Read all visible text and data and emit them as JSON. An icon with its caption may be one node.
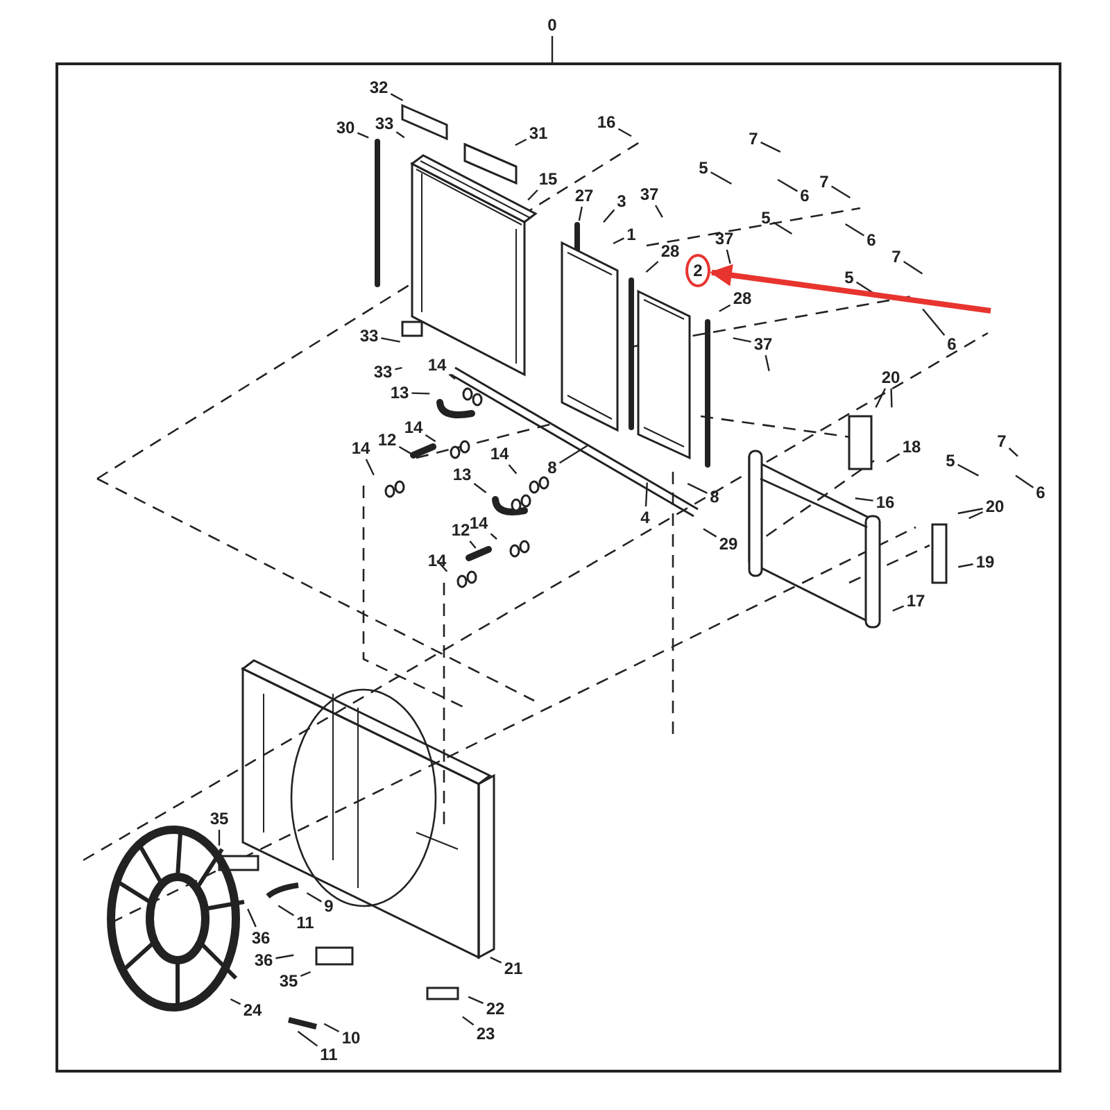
{
  "diagram": {
    "nodes": [
      {
        "text": [
          "0"
        ]
      },
      {
        "text": [],
        "shape": "box"
      },
      {
        "text": [
          "32"
        ],
        "in": 1
      },
      {
        "text": [
          "30"
        ],
        "in": 1
      },
      {
        "text": [
          "33"
        ],
        "in": 1
      },
      {
        "text": [
          "31"
        ],
        "in": 1
      },
      {
        "text": [
          "16"
        ],
        "in": 1
      },
      {
        "text": [
          "7"
        ],
        "in": 1
      },
      {
        "text": [
          "5"
        ],
        "in": 1
      },
      {
        "text": [
          "6"
        ],
        "in": 1
      },
      {
        "text": [
          "7"
        ],
        "in": 1
      },
      {
        "text": [
          "15"
        ],
        "in": 1
      },
      {
        "text": [
          "37"
        ],
        "in": 1
      },
      {
        "text": [
          "27"
        ],
        "in": 1
      },
      {
        "text": [
          "3"
        ],
        "in": 1
      },
      {
        "text": [
          "5"
        ],
        "in": 1
      },
      {
        "text": [
          "1"
        ],
        "in": 1
      },
      {
        "text": [
          "37"
        ],
        "in": 1
      },
      {
        "text": [
          "6"
        ],
        "in": 1
      },
      {
        "text": [
          "28"
        ],
        "in": 1
      },
      {
        "text": [
          "7"
        ],
        "in": 1
      },
      {
        "text": [
          "2"
        ],
        "in": 1
      },
      {
        "text": [
          "5"
        ],
        "in": 1
      },
      {
        "text": [
          "28"
        ],
        "in": 1
      },
      {
        "text": [
          "6"
        ],
        "in": 1
      },
      {
        "text": [
          "33"
        ],
        "in": 1
      },
      {
        "text": [
          "37"
        ],
        "in": 1
      },
      {
        "text": [
          "33"
        ],
        "in": 1
      },
      {
        "text": [
          "14"
        ],
        "in": 1
      },
      {
        "text": [
          "20"
        ],
        "in": 1
      },
      {
        "text": [
          "13"
        ],
        "in": 1
      },
      {
        "text": [
          "14"
        ],
        "in": 1
      },
      {
        "text": [
          "12"
        ],
        "in": 1
      },
      {
        "text": [
          "7"
        ],
        "in": 1
      },
      {
        "text": [
          "18"
        ],
        "in": 1
      },
      {
        "text": [
          "14"
        ],
        "in": 1
      },
      {
        "text": [
          "14"
        ],
        "in": 1
      },
      {
        "text": [
          "5"
        ],
        "in": 1
      },
      {
        "text": [
          "8"
        ],
        "in": 1
      },
      {
        "text": [
          "13"
        ],
        "in": 1
      },
      {
        "text": [
          "6"
        ],
        "in": 1
      },
      {
        "text": [
          "8"
        ],
        "in": 1
      },
      {
        "text": [
          "16"
        ],
        "in": 1
      },
      {
        "text": [
          "20"
        ],
        "in": 1
      },
      {
        "text": [
          "4"
        ],
        "in": 1
      },
      {
        "text": [
          "14"
        ],
        "in": 1
      },
      {
        "text": [
          "12"
        ],
        "in": 1
      },
      {
        "text": [
          "29"
        ],
        "in": 1
      },
      {
        "text": [
          "19"
        ],
        "in": 1
      },
      {
        "text": [
          "14"
        ],
        "in": 1
      },
      {
        "text": [
          "17"
        ],
        "in": 1
      },
      {
        "text": [
          "35"
        ],
        "in": 1
      },
      {
        "text": [
          "9"
        ],
        "in": 1
      },
      {
        "text": [
          "11"
        ],
        "in": 1
      },
      {
        "text": [
          "36"
        ],
        "in": 1
      },
      {
        "text": [
          "21"
        ],
        "in": 1
      },
      {
        "text": [
          "36"
        ],
        "in": 1
      },
      {
        "text": [
          "35"
        ],
        "in": 1
      },
      {
        "text": [
          "22"
        ],
        "in": 1
      },
      {
        "text": [
          "24"
        ],
        "in": 1
      },
      {
        "text": [
          "23"
        ],
        "in": 1
      },
      {
        "text": [
          "10"
        ],
        "in": 1
      },
      {
        "text": [
          "11"
        ],
        "in": 1
      }
    ],
    "edges": [
      {
        "from": 0,
        "to": 1,
        "arrow": "none"
      },
      {
        "from": 2,
        "to": null,
        "arrow": "none"
      },
      {
        "from": 3,
        "to": null,
        "arrow": "none"
      },
      {
        "from": 4,
        "to": null,
        "arrow": "none"
      },
      {
        "from": 5,
        "to": null,
        "arrow": "none"
      },
      {
        "from": 6,
        "to": null,
        "arrow": "none"
      },
      {
        "from": 7,
        "to": null,
        "arrow": "none"
      },
      {
        "from": 8,
        "to": null,
        "arrow": "none"
      },
      {
        "from": 9,
        "to": null,
        "arrow": "none"
      },
      {
        "from": 10,
        "to": null,
        "arrow": "none"
      },
      {
        "from": 11,
        "to": null,
        "arrow": "none"
      },
      {
        "from": 12,
        "to": null,
        "arrow": "none"
      },
      {
        "from": 13,
        "to": null,
        "arrow": "none"
      },
      {
        "from": 14,
        "to": null,
        "arrow": "none"
      },
      {
        "from": 15,
        "to": null,
        "arrow": "none"
      },
      {
        "from": 16,
        "to": null,
        "arrow": "none"
      },
      {
        "from": 17,
        "to": null,
        "arrow": "none"
      },
      {
        "from": 18,
        "to": null,
        "arrow": "none"
      },
      {
        "from": 19,
        "to": null,
        "arrow": "none"
      },
      {
        "from": 20,
        "to": null,
        "arrow": "none"
      },
      {
        "from": 22,
        "to": null,
        "arrow": "none"
      },
      {
        "from": 23,
        "to": null,
        "arrow": "none"
      },
      {
        "from": 24,
        "to": null,
        "arrow": "none"
      },
      {
        "from": 25,
        "to": null,
        "arrow": "none"
      },
      {
        "from": 26,
        "to": null,
        "arrow": "none"
      },
      {
        "from": 26,
        "to": null,
        "arrow": "none"
      },
      {
        "from": 27,
        "to": null,
        "arrow": "none"
      },
      {
        "from": 28,
        "to": null,
        "arrow": "none"
      },
      {
        "from": 29,
        "to": null,
        "arrow": "none"
      },
      {
        "from": 29,
        "to": null,
        "arrow": "none"
      },
      {
        "from": 30,
        "to": null,
        "arrow": "none"
      },
      {
        "from": 31,
        "to": null,
        "arrow": "none"
      },
      {
        "from": 32,
        "to": null,
        "arrow": "none"
      },
      {
        "from": 33,
        "to": null,
        "arrow": "none"
      },
      {
        "from": 34,
        "to": null,
        "arrow": "none"
      },
      {
        "from": 35,
        "to": null,
        "arrow": "none"
      },
      {
        "from": 36,
        "to": null,
        "arrow": "none"
      },
      {
        "from": 37,
        "to": null,
        "arrow": "none"
      },
      {
        "from": 38,
        "to": null,
        "arrow": "none"
      },
      {
        "from": 39,
        "to": null,
        "arrow": "none"
      },
      {
        "from": 40,
        "to": null,
        "arrow": "none"
      },
      {
        "from": 41,
        "to": null,
        "arrow": "none"
      },
      {
        "from": 42,
        "to": null,
        "arrow": "none"
      },
      {
        "from": 43,
        "to": null,
        "arrow": "none"
      },
      {
        "from": 43,
        "to": null,
        "arrow": "none"
      },
      {
        "from": 44,
        "to": null,
        "arrow": "none"
      },
      {
        "from": 45,
        "to": null,
        "arrow": "none"
      },
      {
        "from": 46,
        "to": null,
        "arrow": "none"
      },
      {
        "from": 47,
        "to": null,
        "arrow": "none"
      },
      {
        "from": 48,
        "to": null,
        "arrow": "none"
      },
      {
        "from": 49,
        "to": null,
        "arrow": "none"
      },
      {
        "from": 50,
        "to": null,
        "arrow": "none"
      },
      {
        "from": 51,
        "to": null,
        "arrow": "none"
      },
      {
        "from": 52,
        "to": null,
        "arrow": "none"
      },
      {
        "from": 53,
        "to": null,
        "arrow": "none"
      },
      {
        "from": 54,
        "to": null,
        "arrow": "none"
      },
      {
        "from": 55,
        "to": null,
        "arrow": "none"
      },
      {
        "from": 56,
        "to": null,
        "arrow": "none"
      },
      {
        "from": 57,
        "to": null,
        "arrow": "none"
      },
      {
        "from": 58,
        "to": null,
        "arrow": "none"
      },
      {
        "from": 59,
        "to": null,
        "arrow": "none"
      },
      {
        "from": 60,
        "to": null,
        "arrow": "none"
      },
      {
        "from": 61,
        "to": null,
        "arrow": "none"
      },
      {
        "from": 62,
        "to": null,
        "arrow": "none"
      },
      {
        "from": null,
        "to": 21,
        "arrow": "to",
        "style": "thick",
        "color": "#e8342f"
      }
    ]
  }
}
